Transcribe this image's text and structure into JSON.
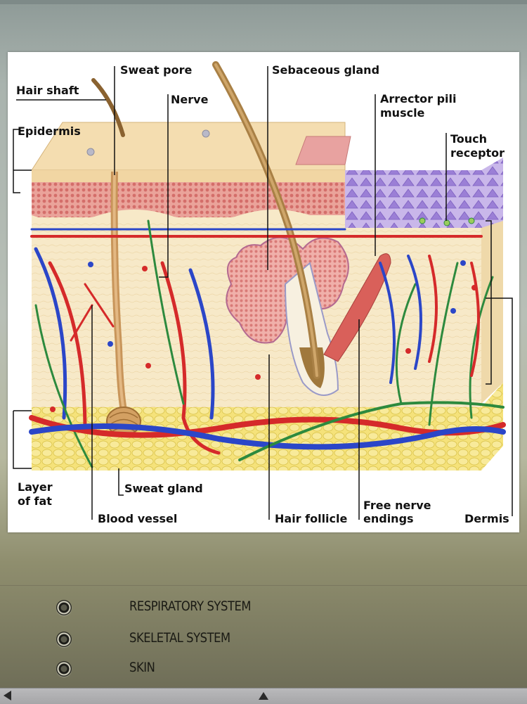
{
  "figure": {
    "labels": {
      "hair_shaft": "Hair shaft",
      "sweat_pore": "Sweat pore",
      "nerve": "Nerve",
      "sebaceous_gland": "Sebaceous gland",
      "arrector_pili_1": "Arrector pili",
      "arrector_pili_2": "muscle",
      "epidermis": "Epidermis",
      "touch_receptor_1": "Touch",
      "touch_receptor_2": "receptor",
      "layer_of_fat_1": "Layer",
      "layer_of_fat_2": "of fat",
      "sweat_gland": "Sweat gland",
      "blood_vessel": "Blood vessel",
      "hair_follicle": "Hair follicle",
      "free_nerve_endings_1": "Free nerve",
      "free_nerve_endings_2": "endings",
      "dermis": "Dermis"
    }
  },
  "menu": {
    "items": [
      {
        "label": "RESPIRATORY SYSTEM",
        "icon": "radio-icon"
      },
      {
        "label": "SKELETAL SYSTEM",
        "icon": "radio-icon"
      },
      {
        "label": "SKIN",
        "icon": "radio-icon"
      }
    ]
  },
  "bottom_bar": {
    "left_icon": "arrow-left-icon",
    "center_icon": "arrow-up-icon"
  },
  "colors": {
    "epidermis": "#f3dcae",
    "dermis_pink": "#e89a90",
    "fat": "#f1e06a",
    "vein": "#2b46c8",
    "artery": "#d52a2a",
    "nerve": "#2d8a3e",
    "hair": "#a0783c"
  }
}
